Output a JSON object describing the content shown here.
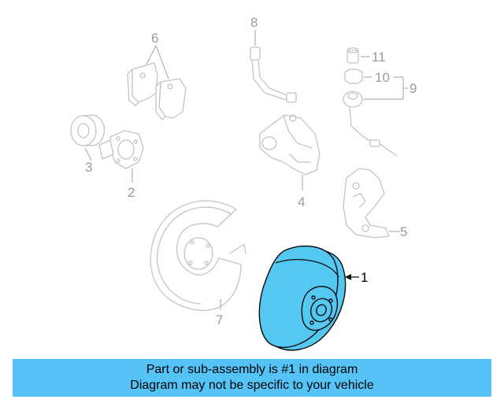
{
  "callouts": {
    "c1": "1",
    "c2": "2",
    "c3": "3",
    "c4": "4",
    "c5": "5",
    "c6": "6",
    "c7": "7",
    "c8": "8",
    "c9": "9",
    "c10": "10",
    "c11": "11"
  },
  "highlighted_part": "1",
  "colors": {
    "highlight": "#55c8f2",
    "banner": "#55c3f5",
    "ghost": "#c4c4c4"
  },
  "banner": {
    "line1": "Part or sub-assembly is #1 in diagram",
    "line2": "Diagram may not be specific to your vehicle"
  }
}
